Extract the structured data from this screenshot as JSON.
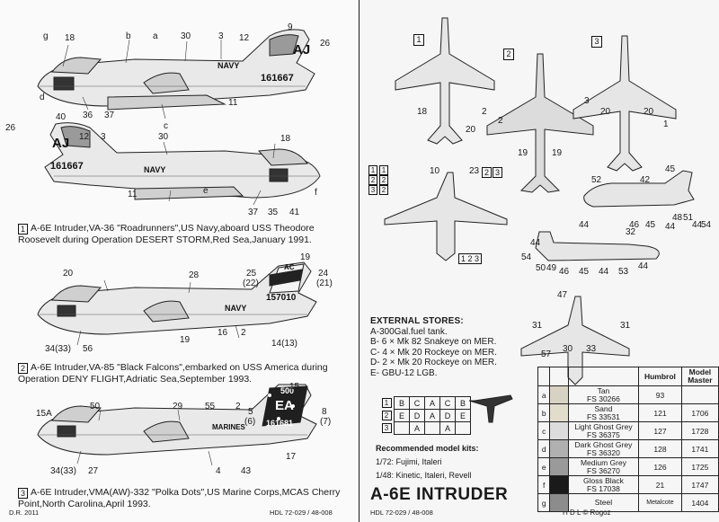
{
  "left": {
    "captions": [
      {
        "num": "1",
        "text": "A-6E Intruder,VA-36 \"Roadrunners\",US Navy,aboard USS Theodore Roosevelt during Operation DESERT STORM,Red Sea,January 1991."
      },
      {
        "num": "2",
        "text": "A-6E Intruder,VA-85 \"Black Falcons\",embarked on USS America during Operation DENY FLIGHT,Adriatic Sea,September 1993."
      },
      {
        "num": "3",
        "text": "A-6E Intruder,VMA(AW)-332 \"Polka Dots\",US Marine Corps,MCAS Cherry Point,North Carolina,April 1993."
      }
    ],
    "aircraft_texts": {
      "a1_serial": "161667",
      "a1_navy": "NAVY",
      "a1_code": "AJ",
      "a2_serial": "161667",
      "a2_navy": "NAVY",
      "a2_code": "AJ",
      "a3_serial": "157010",
      "a3_navy": "NAVY",
      "a3_code": "AC",
      "a4_serial": "161681",
      "a4_marines": "MARINES",
      "a4_code": "EA",
      "a4_modex": "500"
    },
    "callouts": {
      "p1": [
        "18",
        "30",
        "3",
        "12",
        "9",
        "26",
        "40",
        "36",
        "37",
        "11"
      ],
      "p2": [
        "26",
        "12",
        "3",
        "30",
        "18",
        "11",
        "37",
        "35",
        "41"
      ],
      "p3": [
        "20",
        "28",
        "19",
        "25",
        "(22)",
        "24",
        "(21)",
        "34(33)",
        "56",
        "19",
        "16",
        "2",
        "14(13)"
      ],
      "p4": [
        "15A",
        "50",
        "29",
        "55",
        "2",
        "15",
        "5",
        "(6)",
        "8",
        "(7)",
        "34(33)",
        "27",
        "4",
        "43",
        "17"
      ],
      "letters": [
        "g",
        "b",
        "a",
        "c",
        "d",
        "e",
        "f"
      ]
    },
    "footer_left": "D.R. 2011",
    "footer_right": "HDL 72-029 / 48-008"
  },
  "right": {
    "view_numbers": [
      "1",
      "2",
      "3"
    ],
    "top_callouts": [
      "18",
      "2",
      "20",
      "2",
      "19",
      "19",
      "3",
      "20",
      "20",
      "1"
    ],
    "mid_callouts": [
      "10",
      "23",
      "2",
      "3",
      "52",
      "42",
      "45",
      "44",
      "46",
      "45",
      "44",
      "48",
      "51",
      "44",
      "54",
      "32",
      "44",
      "54",
      "50",
      "49",
      "46",
      "45",
      "44",
      "53",
      "44",
      "47",
      "31",
      "57",
      "30",
      "33",
      "31"
    ],
    "key": [
      {
        "n1": "1",
        "n2": "1"
      },
      {
        "n1": "2",
        "n2": "2"
      },
      {
        "n1": "3",
        "n2": "2"
      }
    ],
    "side_key": "1 2 3",
    "stores": {
      "title": "EXTERNAL STORES:",
      "items": [
        "A-300Gal.fuel tank.",
        "B- 6 × Mk 82 Snakeye on MER.",
        "C- 4 × Mk 20 Rockeye on MER.",
        "D- 2 × Mk 20 Rockeye on MER.",
        "E- GBU-12 LGB."
      ]
    },
    "grid": {
      "rows": [
        [
          "1",
          "B",
          "C",
          "A",
          "C",
          "B"
        ],
        [
          "2",
          "E",
          "D",
          "A",
          "D",
          "E"
        ],
        [
          "3",
          "",
          "A",
          "",
          "A",
          ""
        ]
      ]
    },
    "kits": {
      "title": "Recommended model kits:",
      "k72": "1/72: Fujimi, Italeri",
      "k48": "1/48: Kinetic, Italeri, Revell"
    },
    "title": "A-6E INTRUDER",
    "colors_header": {
      "humbrol": "Humbrol",
      "model_master": "Model Master"
    },
    "colors": [
      {
        "letter": "a",
        "name": "Tan",
        "fs": "FS 30266",
        "humbrol": "93",
        "mm": "",
        "swatch": "#d8d2c2"
      },
      {
        "letter": "b",
        "name": "Sand",
        "fs": "FS 33531",
        "humbrol": "121",
        "mm": "1706",
        "swatch": "#e2dccb"
      },
      {
        "letter": "c",
        "name": "Light Ghost Grey",
        "fs": "FS 36375",
        "humbrol": "127",
        "mm": "1728",
        "swatch": "#dcdcdc"
      },
      {
        "letter": "d",
        "name": "Dark Ghost Grey",
        "fs": "FS 36320",
        "humbrol": "128",
        "mm": "1741",
        "swatch": "#b0b0b0"
      },
      {
        "letter": "e",
        "name": "Medium Grey",
        "fs": "FS 36270",
        "humbrol": "126",
        "mm": "1725",
        "swatch": "#9a9a9a"
      },
      {
        "letter": "f",
        "name": "Gloss Black",
        "fs": "FS 17038",
        "humbrol": "21",
        "mm": "1747",
        "swatch": "#1a1a1a"
      },
      {
        "letter": "g",
        "name": "Steel",
        "fs": "",
        "humbrol": "Metalcote",
        "mm": "1404",
        "swatch": "#8c8c8c"
      }
    ],
    "credit": "H D L © Rogoz",
    "footer": "HDL 72-029 / 48-008"
  }
}
